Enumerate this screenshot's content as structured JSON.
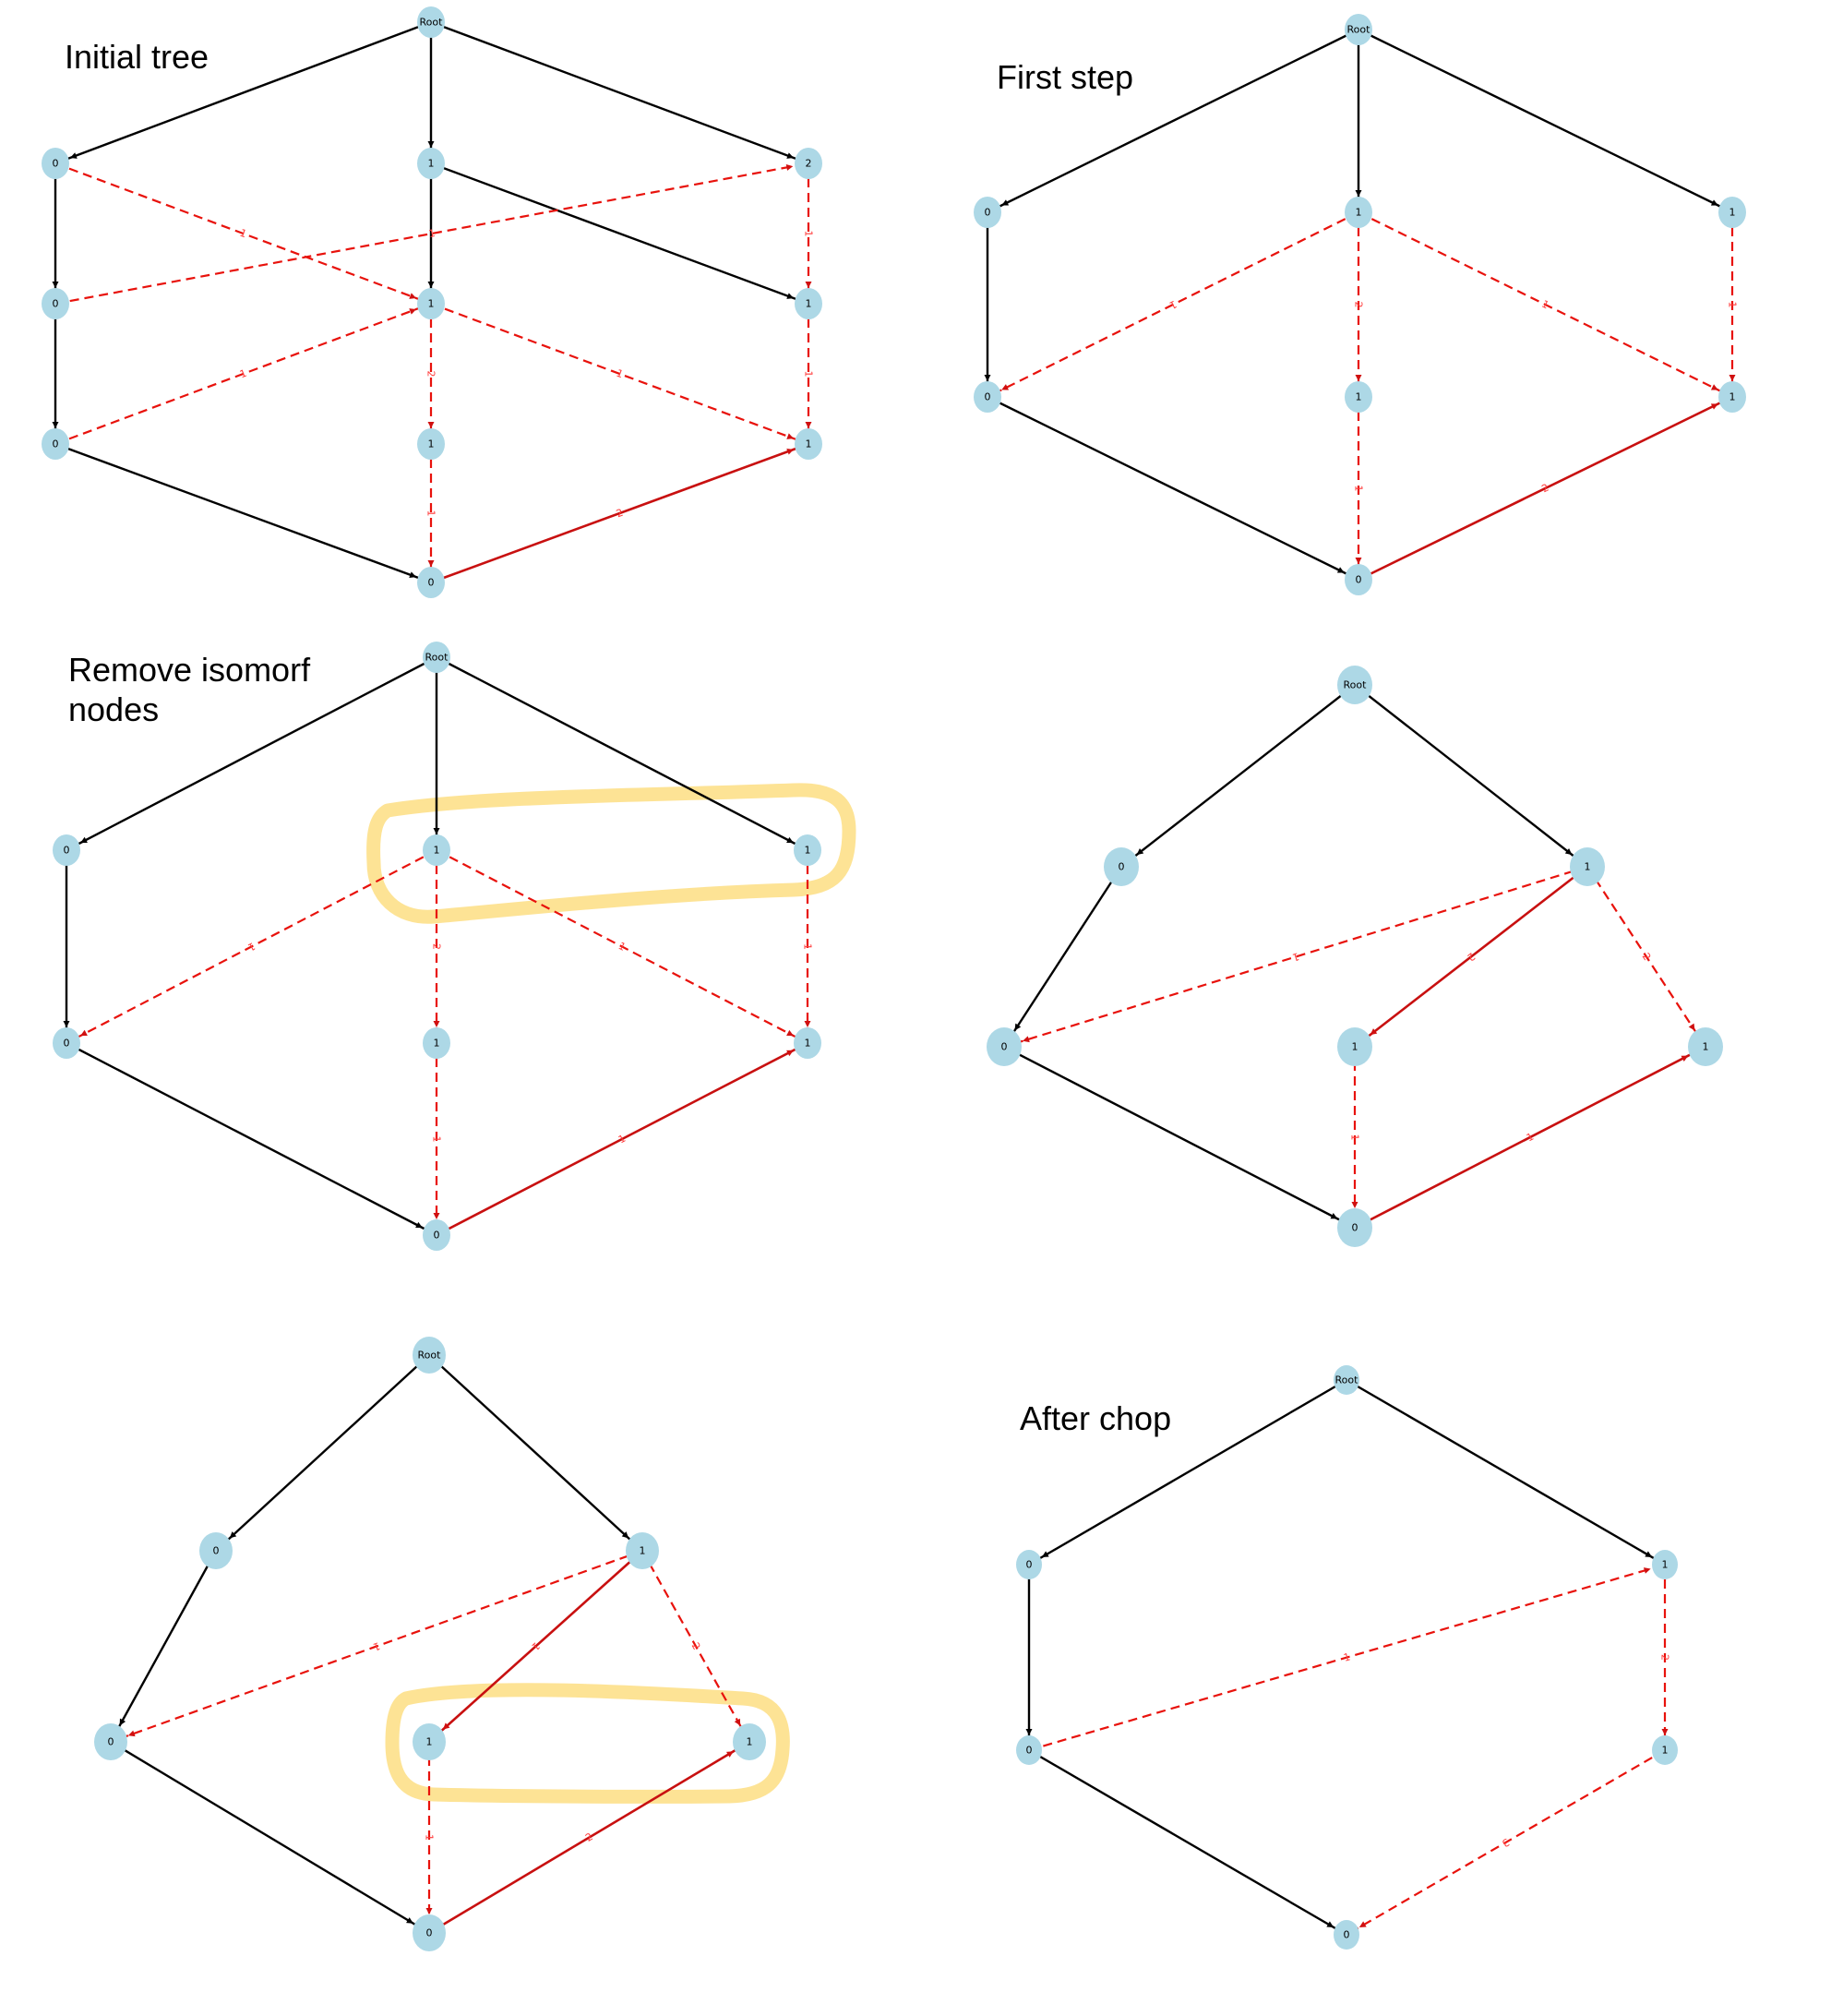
{
  "titles": {
    "initial": "Initial tree",
    "first_step": "First step",
    "remove": "Remove isomorf\nnodes",
    "after_chop": "After chop"
  },
  "colors": {
    "node": "#add8e6",
    "tree_edge": "#000000",
    "state_edge": "#e8120c",
    "highlight": "#fde08a"
  },
  "panels": [
    {
      "id": "initial-tree",
      "nodes": [
        {
          "id": "r",
          "label": "Root"
        },
        {
          "id": "a0",
          "label": "0"
        },
        {
          "id": "a1",
          "label": "1"
        },
        {
          "id": "a2",
          "label": "2"
        },
        {
          "id": "b0",
          "label": "0"
        },
        {
          "id": "b1",
          "label": "1"
        },
        {
          "id": "b2",
          "label": "1"
        },
        {
          "id": "c0",
          "label": "0"
        },
        {
          "id": "c1",
          "label": "1"
        },
        {
          "id": "c2",
          "label": "1"
        },
        {
          "id": "d",
          "label": "0"
        }
      ],
      "edges": [
        {
          "from": "r",
          "to": "a0",
          "kind": "tree"
        },
        {
          "from": "r",
          "to": "a1",
          "kind": "tree"
        },
        {
          "from": "r",
          "to": "a2",
          "kind": "tree"
        },
        {
          "from": "a0",
          "to": "b0",
          "kind": "tree"
        },
        {
          "from": "a1",
          "to": "b1",
          "kind": "tree"
        },
        {
          "from": "a1",
          "to": "b2",
          "kind": "tree",
          "label": "1"
        },
        {
          "from": "b0",
          "to": "c0",
          "kind": "tree"
        },
        {
          "from": "c0",
          "to": "d",
          "kind": "tree"
        },
        {
          "from": "a0",
          "to": "b1",
          "kind": "dash",
          "label": "1"
        },
        {
          "from": "b0",
          "to": "a2",
          "kind": "dash",
          "label": "1"
        },
        {
          "from": "a2",
          "to": "b2",
          "kind": "dash",
          "label": "1"
        },
        {
          "from": "c0",
          "to": "b1",
          "kind": "dash",
          "label": "1"
        },
        {
          "from": "b1",
          "to": "c2",
          "kind": "dash",
          "label": "1"
        },
        {
          "from": "b1",
          "to": "c1",
          "kind": "dash",
          "label": "2"
        },
        {
          "from": "b2",
          "to": "c2",
          "kind": "dash",
          "label": "1"
        },
        {
          "from": "c1",
          "to": "d",
          "kind": "dash",
          "label": "1"
        },
        {
          "from": "d",
          "to": "c2",
          "kind": "solid",
          "label": "2"
        }
      ]
    },
    {
      "id": "first-step",
      "nodes": [
        {
          "id": "r",
          "label": "Root"
        },
        {
          "id": "a0",
          "label": "0"
        },
        {
          "id": "a1",
          "label": "1"
        },
        {
          "id": "a2",
          "label": "1"
        },
        {
          "id": "c0",
          "label": "0"
        },
        {
          "id": "c1",
          "label": "1"
        },
        {
          "id": "c2",
          "label": "1"
        },
        {
          "id": "d",
          "label": "0"
        }
      ],
      "edges": [
        {
          "from": "r",
          "to": "a0",
          "kind": "tree"
        },
        {
          "from": "r",
          "to": "a1",
          "kind": "tree"
        },
        {
          "from": "r",
          "to": "a2",
          "kind": "tree"
        },
        {
          "from": "a0",
          "to": "c0",
          "kind": "tree"
        },
        {
          "from": "c0",
          "to": "d",
          "kind": "tree"
        },
        {
          "from": "a1",
          "to": "c0",
          "kind": "dash",
          "label": "1"
        },
        {
          "from": "a1",
          "to": "c1",
          "kind": "dash",
          "label": "2"
        },
        {
          "from": "a1",
          "to": "c2",
          "kind": "dash",
          "label": "1"
        },
        {
          "from": "a2",
          "to": "c2",
          "kind": "dash",
          "label": "1"
        },
        {
          "from": "c1",
          "to": "d",
          "kind": "dash",
          "label": "1"
        },
        {
          "from": "d",
          "to": "c2",
          "kind": "solid",
          "label": "2"
        }
      ]
    },
    {
      "id": "remove-isomorf",
      "nodes": [
        {
          "id": "r",
          "label": "Root"
        },
        {
          "id": "a0",
          "label": "0"
        },
        {
          "id": "a1",
          "label": "1"
        },
        {
          "id": "a2",
          "label": "1"
        },
        {
          "id": "c0",
          "label": "0"
        },
        {
          "id": "c1",
          "label": "1"
        },
        {
          "id": "c2",
          "label": "1"
        },
        {
          "id": "d",
          "label": "0"
        }
      ],
      "edges": [
        {
          "from": "r",
          "to": "a0",
          "kind": "tree"
        },
        {
          "from": "r",
          "to": "a1",
          "kind": "tree"
        },
        {
          "from": "r",
          "to": "a2",
          "kind": "tree"
        },
        {
          "from": "a0",
          "to": "c0",
          "kind": "tree"
        },
        {
          "from": "c0",
          "to": "d",
          "kind": "tree"
        },
        {
          "from": "a1",
          "to": "c0",
          "kind": "dash",
          "label": "1"
        },
        {
          "from": "a1",
          "to": "c1",
          "kind": "dash",
          "label": "2"
        },
        {
          "from": "a1",
          "to": "c2",
          "kind": "dash",
          "label": "1"
        },
        {
          "from": "a2",
          "to": "c2",
          "kind": "dash",
          "label": "1"
        },
        {
          "from": "c1",
          "to": "d",
          "kind": "dash",
          "label": "1"
        },
        {
          "from": "d",
          "to": "c2",
          "kind": "solid",
          "label": "1"
        }
      ],
      "highlight": true
    },
    {
      "id": "merged",
      "nodes": [
        {
          "id": "r",
          "label": "Root"
        },
        {
          "id": "a0",
          "label": "0"
        },
        {
          "id": "a1",
          "label": "1"
        },
        {
          "id": "c0",
          "label": "0"
        },
        {
          "id": "c1",
          "label": "1"
        },
        {
          "id": "c2",
          "label": "1"
        },
        {
          "id": "d",
          "label": "0"
        }
      ],
      "edges": [
        {
          "from": "r",
          "to": "a0",
          "kind": "tree"
        },
        {
          "from": "r",
          "to": "a1",
          "kind": "tree"
        },
        {
          "from": "a0",
          "to": "c0",
          "kind": "tree"
        },
        {
          "from": "c0",
          "to": "d",
          "kind": "tree"
        },
        {
          "from": "a1",
          "to": "c0",
          "kind": "dash",
          "label": "1"
        },
        {
          "from": "a1",
          "to": "c1",
          "kind": "solid",
          "label": "2"
        },
        {
          "from": "a1",
          "to": "c2",
          "kind": "dash",
          "label": "2"
        },
        {
          "from": "c1",
          "to": "d",
          "kind": "dash",
          "label": "1"
        },
        {
          "from": "d",
          "to": "c2",
          "kind": "solid",
          "label": "1"
        }
      ]
    },
    {
      "id": "merged-highlight",
      "nodes": [
        {
          "id": "r",
          "label": "Root"
        },
        {
          "id": "a0",
          "label": "0"
        },
        {
          "id": "a1",
          "label": "1"
        },
        {
          "id": "c0",
          "label": "0"
        },
        {
          "id": "c1",
          "label": "1"
        },
        {
          "id": "c2",
          "label": "1"
        },
        {
          "id": "d",
          "label": "0"
        }
      ],
      "edges": [
        {
          "from": "r",
          "to": "a0",
          "kind": "tree"
        },
        {
          "from": "r",
          "to": "a1",
          "kind": "tree"
        },
        {
          "from": "a0",
          "to": "c0",
          "kind": "tree"
        },
        {
          "from": "c0",
          "to": "d",
          "kind": "tree"
        },
        {
          "from": "a1",
          "to": "c0",
          "kind": "dash",
          "label": "1"
        },
        {
          "from": "a1",
          "to": "c1",
          "kind": "solid",
          "label": "1"
        },
        {
          "from": "a1",
          "to": "c2",
          "kind": "dash",
          "label": "2"
        },
        {
          "from": "c1",
          "to": "d",
          "kind": "dash",
          "label": "1"
        },
        {
          "from": "d",
          "to": "c2",
          "kind": "solid",
          "label": "2"
        }
      ],
      "highlight": true
    },
    {
      "id": "after-chop",
      "nodes": [
        {
          "id": "r",
          "label": "Root"
        },
        {
          "id": "a0",
          "label": "0"
        },
        {
          "id": "a1",
          "label": "1"
        },
        {
          "id": "c0",
          "label": "0"
        },
        {
          "id": "c1",
          "label": "1"
        },
        {
          "id": "d",
          "label": "0"
        }
      ],
      "edges": [
        {
          "from": "r",
          "to": "a0",
          "kind": "tree"
        },
        {
          "from": "r",
          "to": "a1",
          "kind": "tree"
        },
        {
          "from": "a0",
          "to": "c0",
          "kind": "tree"
        },
        {
          "from": "c0",
          "to": "d",
          "kind": "tree"
        },
        {
          "from": "c0",
          "to": "a1",
          "kind": "dash",
          "label": "1"
        },
        {
          "from": "a1",
          "to": "c1",
          "kind": "dash",
          "label": "2"
        },
        {
          "from": "c1",
          "to": "d",
          "kind": "dash",
          "label": "3"
        }
      ]
    }
  ]
}
